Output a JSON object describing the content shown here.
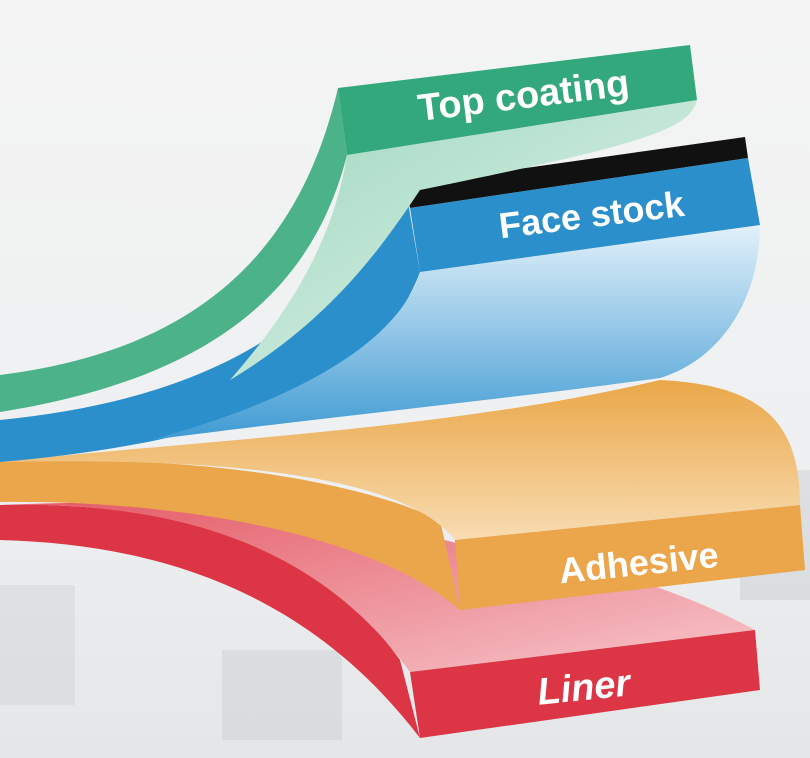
{
  "layers": [
    {
      "label": "Top coating",
      "color": "#33a87c"
    },
    {
      "label": "Face stock",
      "color": "#2a8fcb"
    },
    {
      "label": "Adhesive",
      "color": "#eba54a"
    },
    {
      "label": "Liner",
      "color": "#dc3545"
    }
  ]
}
